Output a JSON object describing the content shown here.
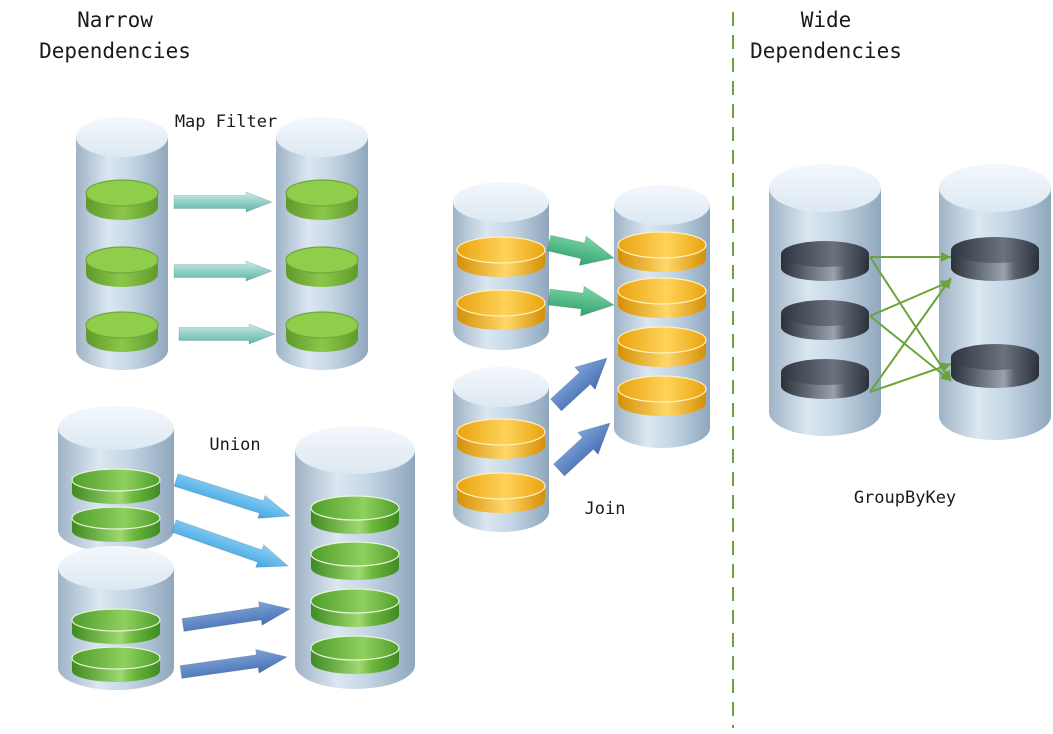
{
  "headings": {
    "narrow_line1": "Narrow",
    "narrow_line2": "Dependencies",
    "wide_line1": "Wide",
    "wide_line2": "Dependencies"
  },
  "operations": {
    "map_filter": "Map Filter",
    "union": "Union",
    "join": "Join",
    "groupbykey": "GroupByKey"
  },
  "colors": {
    "cylinder": "#c9dbe9",
    "green_partition": "#8fce4a",
    "dark_green_partition": "#5aa530",
    "orange_partition": "#f2b21c",
    "dark_partition": "#3d4450",
    "teal_arrow": "#6fc1b8",
    "light_blue_arrow": "#5cb8ec",
    "blue_arrow": "#5b86c8",
    "green_arrow": "#4dbb88",
    "line_green": "#6aa43a",
    "divider": "#6aa43a"
  }
}
